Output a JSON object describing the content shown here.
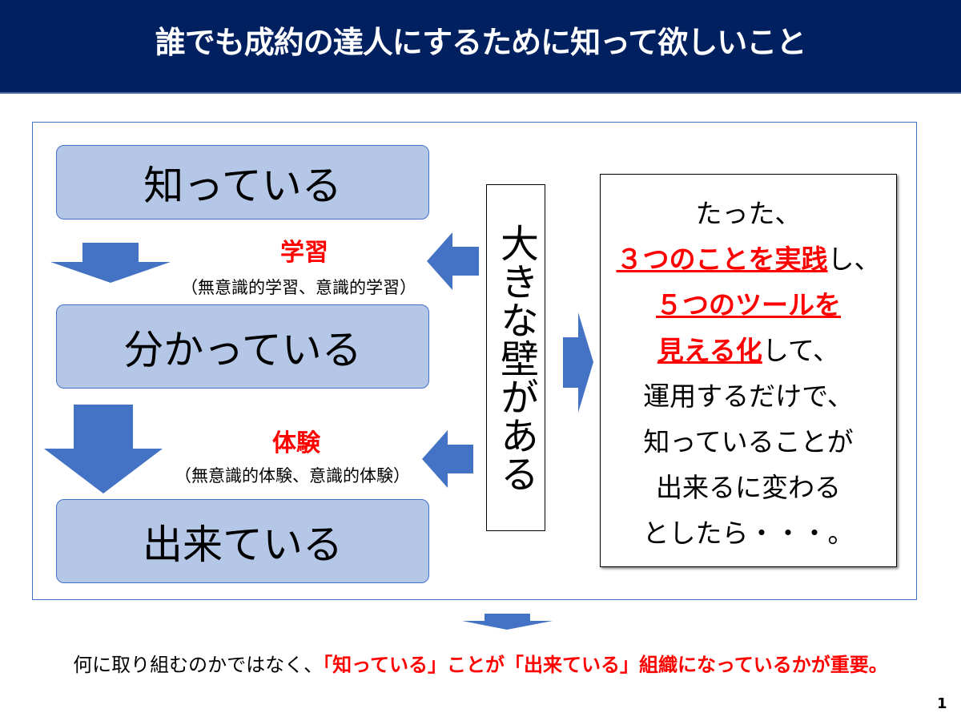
{
  "title": "誰でも成約の達人にするために知って欲しいこと",
  "stages": [
    "知っている",
    "分かっている",
    "出来ている"
  ],
  "transitions": [
    {
      "label": "学習",
      "sub": "（無意識的学習、意識的学習）"
    },
    {
      "label": "体験",
      "sub": "（無意識的体験、意識的体験）"
    }
  ],
  "wall": "大きな壁がある",
  "message": {
    "line1": "たった、",
    "line2_red": "３つのことを実践",
    "line2_rest": "し、",
    "line3_red": "５つのツールを",
    "line4_red": "見える化",
    "line4_rest": "して、",
    "line5": "運用するだけで、",
    "line6": "知っていることが",
    "line7": "出来るに変わる",
    "line8": "としたら・・・。"
  },
  "conclusion": {
    "black": "何に取り組むのかではなく、",
    "red": "「知っている」ことが「出来ている」組織になっているかが重要。"
  },
  "page_number": "1",
  "colors": {
    "header": "#002060",
    "box": "#b4c7e7",
    "arrow": "#4472c4",
    "accent": "#ff0000"
  }
}
